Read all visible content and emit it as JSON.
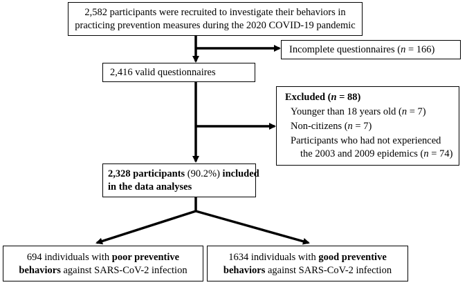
{
  "recruited": {
    "line1": "2,582 participants were recruited to investigate their behaviors in",
    "line2": "practicing prevention measures during the 2020 COVID-19 pandemic"
  },
  "incomplete": {
    "label": "Incomplete questionnaires (",
    "n": "n",
    "value": " = 166)"
  },
  "valid": {
    "label": "2,416 valid questionnaires"
  },
  "excluded": {
    "title": "Excluded (",
    "title_n": "n",
    "title_value": " = 88)",
    "items": [
      {
        "text": "Younger than 18 years old (",
        "n": "n",
        "value": " = 7)"
      },
      {
        "text": "Non-citizens (",
        "n": "n",
        "value": " = 7)"
      },
      {
        "text": "Participants who had not experienced",
        "cont": "the 2003 and 2009 epidemics (",
        "n": "n",
        "value": " = 74)"
      }
    ]
  },
  "included": {
    "bold1": "2,328 participants",
    "pct": " (90.2%) ",
    "bold2": "included",
    "line2": "in the data analyses"
  },
  "poor": {
    "pre": "694 individuals with ",
    "bold1": "poor preventive",
    "bold2": "behaviors",
    "post": " against SARS-CoV-2 infection"
  },
  "good": {
    "pre": "1634 individuals with ",
    "bold1": "good preventive",
    "bold2": "behaviors",
    "post": " against SARS-CoV-2 infection"
  }
}
